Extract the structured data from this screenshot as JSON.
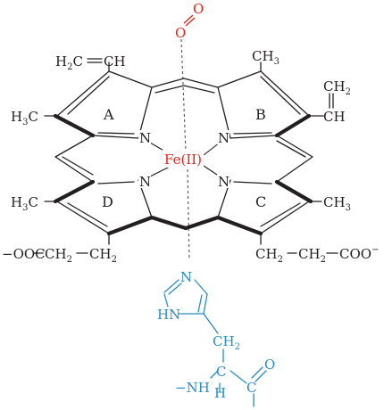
{
  "rings": {
    "a": "A",
    "b": "B",
    "c": "C",
    "d": "D"
  },
  "metal": {
    "label": "Fe(II)",
    "color": "#e2231a"
  },
  "oxygen": {
    "top": "O",
    "bottom": "O",
    "color": "#e2231a"
  },
  "substituents": {
    "vinyl_left_1": "H",
    "vinyl_left_sub": "2",
    "vinyl_left_2": "C",
    "vinyl_left_3": "CH",
    "methyl_top_1": "CH",
    "methyl_top_sub": "3",
    "vinyl_right_top_1": "CH",
    "vinyl_right_top_sub": "2",
    "vinyl_right_ch": "CH",
    "methyl_left_upper_1": "H",
    "methyl_left_upper_sub": "3",
    "methyl_left_upper_2": "C",
    "methyl_left_lower_1": "H",
    "methyl_left_lower_sub": "3",
    "methyl_left_lower_2": "C",
    "methyl_right_lower_1": "CH",
    "methyl_right_lower_sub": "3",
    "propionate_left_1": "−OOC",
    "propionate_left_2": "CH",
    "propionate_left_2_sub": "2",
    "propionate_left_3": "CH",
    "propionate_left_3_sub": "2",
    "propionate_right_1": "CH",
    "propionate_right_1_sub": "2",
    "propionate_right_2": "CH",
    "propionate_right_2_sub": "2",
    "propionate_right_3": "COO",
    "propionate_right_3_sup": "−"
  },
  "nitrogens": {
    "n_a": "N",
    "n_b": "N",
    "n_c": "N",
    "n_d": "N"
  },
  "histidine": {
    "color": "#2a8cc4",
    "n_top": "N",
    "hn": "HN",
    "ch2": "CH",
    "ch2_sub": "2",
    "ch": "C",
    "h": "H",
    "nh": "−NH",
    "c": "C",
    "o": "O"
  }
}
